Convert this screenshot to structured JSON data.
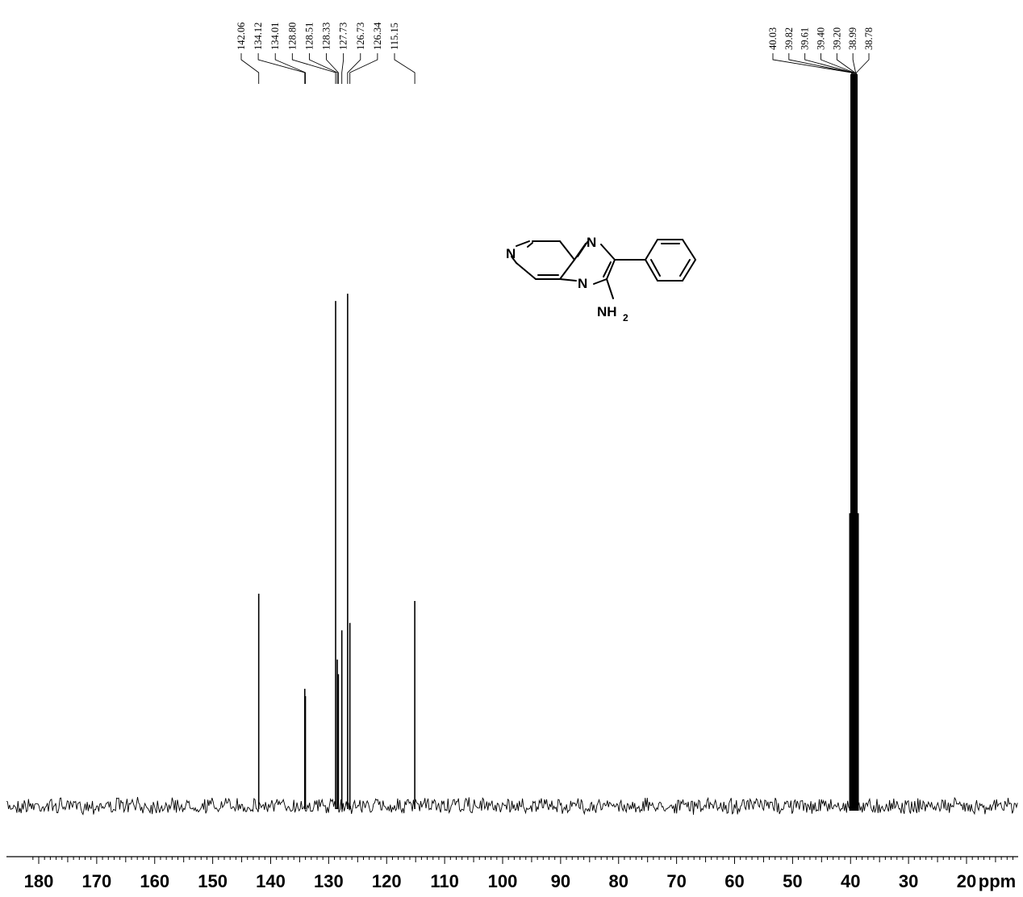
{
  "chart_data": {
    "type": "line",
    "title": "",
    "xlabel": "",
    "ylabel": "",
    "x_unit": "ppm",
    "xlim": [
      181.5,
      10.5
    ],
    "x_ticks": [
      180,
      170,
      160,
      150,
      140,
      130,
      120,
      110,
      100,
      90,
      80,
      70,
      60,
      50,
      40,
      30,
      20
    ],
    "x_tick_labels": [
      "180",
      "170",
      "160",
      "150",
      "140",
      "130",
      "120",
      "110",
      "100",
      "90",
      "80",
      "70",
      "60",
      "50",
      "40",
      "30",
      "20"
    ],
    "grid": false,
    "peaks": [
      {
        "shift": 142.06,
        "intensity": 0.29
      },
      {
        "shift": 134.12,
        "intensity": 0.16
      },
      {
        "shift": 134.01,
        "intensity": 0.15
      },
      {
        "shift": 128.8,
        "intensity": 0.69
      },
      {
        "shift": 128.51,
        "intensity": 0.2
      },
      {
        "shift": 128.33,
        "intensity": 0.18
      },
      {
        "shift": 127.73,
        "intensity": 0.24
      },
      {
        "shift": 126.73,
        "intensity": 0.7
      },
      {
        "shift": 126.34,
        "intensity": 0.25
      },
      {
        "shift": 115.15,
        "intensity": 0.28
      }
    ],
    "solvent_peaks": [
      {
        "shift": 40.03,
        "intensity": 0.4
      },
      {
        "shift": 39.82,
        "intensity": 0.58
      },
      {
        "shift": 39.61,
        "intensity": 0.95
      },
      {
        "shift": 39.4,
        "intensity": 1.0
      },
      {
        "shift": 39.2,
        "intensity": 0.95
      },
      {
        "shift": 38.99,
        "intensity": 0.58
      },
      {
        "shift": 38.78,
        "intensity": 0.4
      }
    ],
    "peak_labels_group1": [
      "142.06",
      "134.12",
      "134.01",
      "128.80",
      "128.51",
      "128.33",
      "127.73",
      "126.73",
      "126.34",
      "115.15"
    ],
    "peak_labels_group2": [
      "40.03",
      "39.82",
      "39.61",
      "39.40",
      "39.20",
      "38.99",
      "38.78"
    ]
  },
  "structure": {
    "atom_n1": "N",
    "atom_n2": "N",
    "atom_n3": "N",
    "amine_label": "NH",
    "amine_subscript": "2"
  }
}
